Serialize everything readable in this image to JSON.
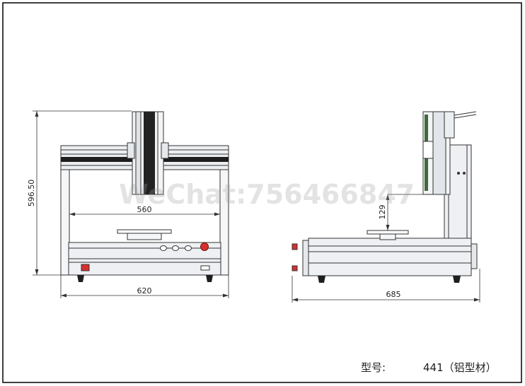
{
  "drawing": {
    "front_view": {
      "overall_height": "596.50",
      "inner_width": "560",
      "overall_width": "620"
    },
    "side_view": {
      "clearance_height": "129",
      "overall_depth": "685"
    },
    "watermark": "WeChat:756466847",
    "title_block": {
      "model_label": "型号:",
      "model_value": "441（铝型材）"
    }
  }
}
